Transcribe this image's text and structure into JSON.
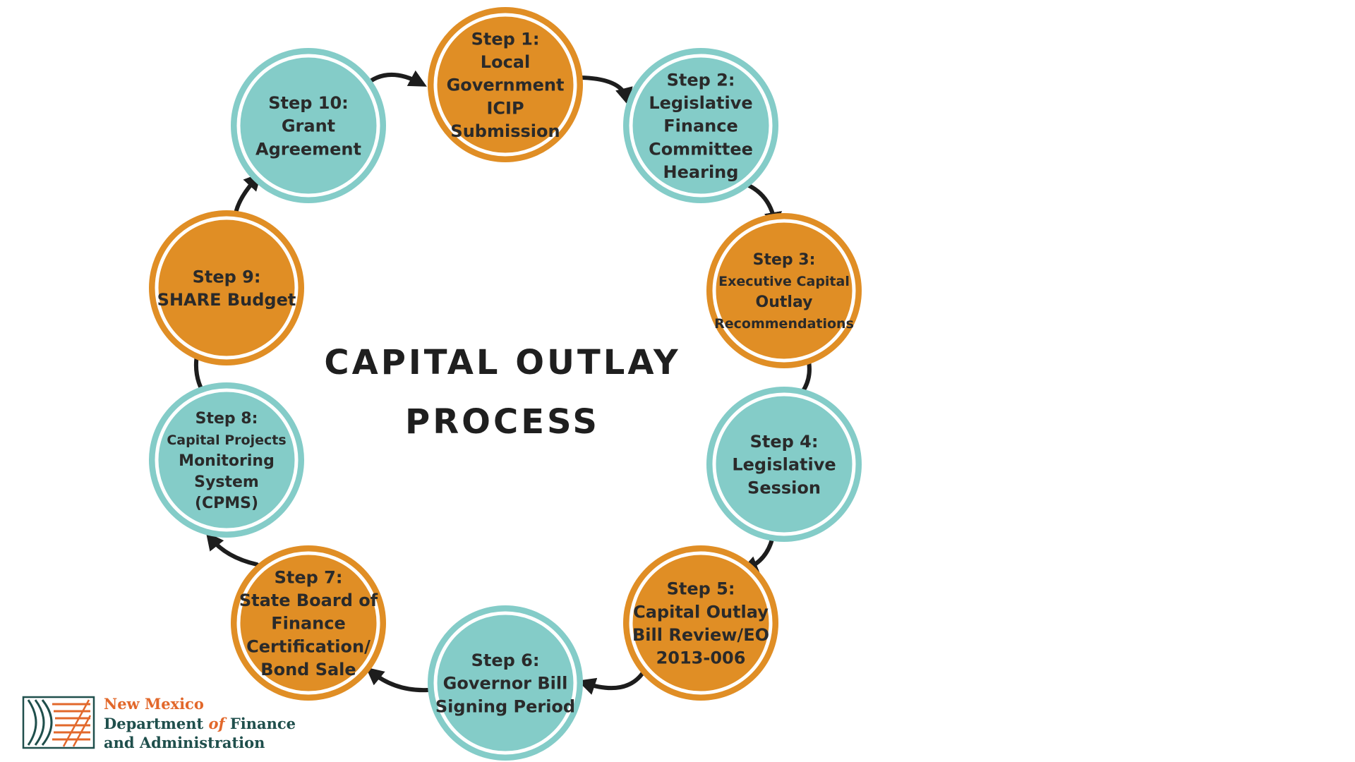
{
  "title": {
    "line1": "CAPITAL OUTLAY",
    "line2": "PROCESS"
  },
  "colors": {
    "teal": "#84ccc8",
    "orange": "#e08e25",
    "arrow": "#1d1d1d",
    "title": "#1f1f1f",
    "logo_orange": "#e2682b",
    "logo_green": "#1f4f4c"
  },
  "steps": [
    {
      "id": "step-1",
      "color": "orange",
      "lines": [
        "Step 1:",
        "Local",
        "Government",
        "ICIP",
        "Submission"
      ]
    },
    {
      "id": "step-2",
      "color": "teal",
      "lines": [
        "Step 2:",
        "Legislative",
        "Finance",
        "Committee",
        "Hearing"
      ]
    },
    {
      "id": "step-3",
      "color": "orange",
      "lines": [
        "Step 3:",
        "Executive Capital",
        "Outlay",
        "Recommendations"
      ]
    },
    {
      "id": "step-4",
      "color": "teal",
      "lines": [
        "Step 4:",
        "Legislative",
        "Session"
      ]
    },
    {
      "id": "step-5",
      "color": "orange",
      "lines": [
        "Step 5:",
        "Capital Outlay",
        "Bill Review/EO",
        "2013-006"
      ]
    },
    {
      "id": "step-6",
      "color": "teal",
      "lines": [
        "Step 6:",
        "Governor Bill",
        "Signing Period"
      ]
    },
    {
      "id": "step-7",
      "color": "orange",
      "lines": [
        "Step 7:",
        "State Board of",
        "Finance",
        "Certification/",
        "Bond Sale"
      ]
    },
    {
      "id": "step-8",
      "color": "teal",
      "lines": [
        "Step 8:",
        "Capital Projects",
        "Monitoring",
        "System",
        "(CPMS)"
      ]
    },
    {
      "id": "step-9",
      "color": "orange",
      "lines": [
        "Step 9:",
        "SHARE Budget"
      ]
    },
    {
      "id": "step-10",
      "color": "teal",
      "lines": [
        "Step 10:",
        "Grant",
        "Agreement"
      ]
    }
  ],
  "logo": {
    "line1": "New Mexico",
    "line2_a": "Department ",
    "line2_b": "of",
    "line2_c": " Finance",
    "line3": "and Administration"
  }
}
